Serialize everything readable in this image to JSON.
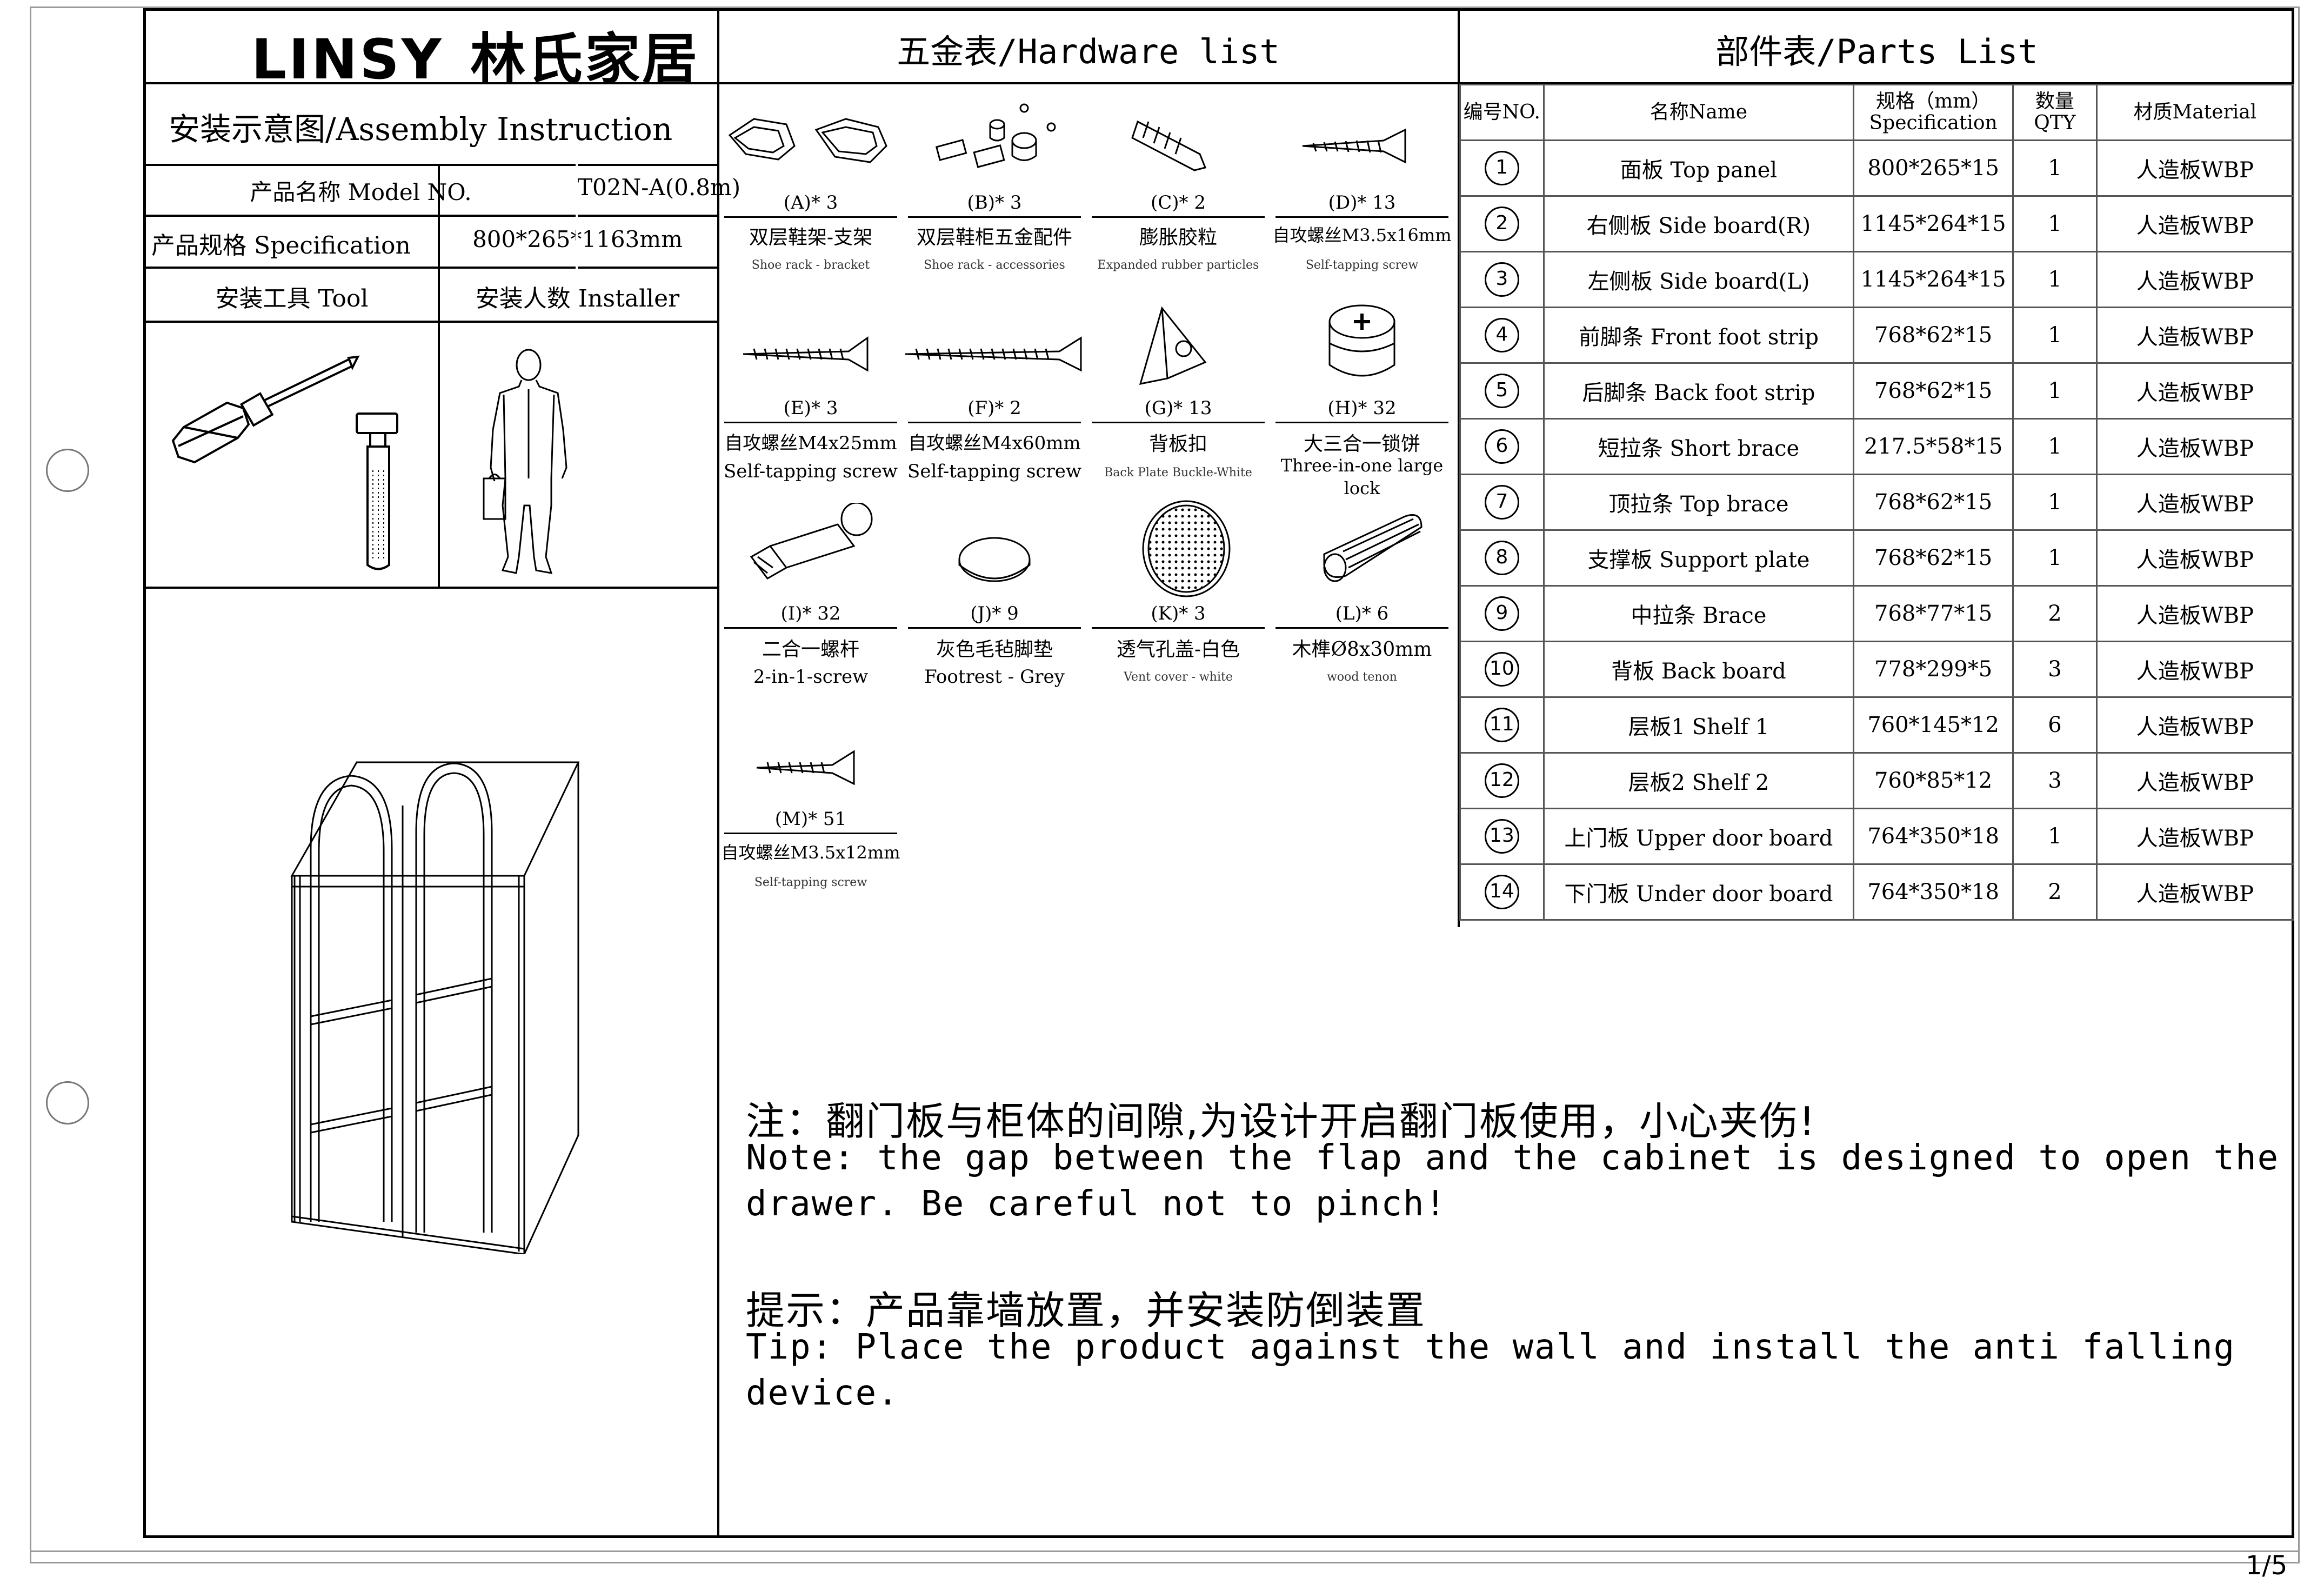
{
  "brand": {
    "logo_text": "LINSY",
    "logo_zh": "林氏家居"
  },
  "left_panel": {
    "title": "安装示意图/Assembly Instruction",
    "model_label": "产品名称 Model NO.",
    "model_value": "T02N-A(0.8m)",
    "spec_label": "产品规格 Specification",
    "spec_value": "800*265*1163mm",
    "tool_label": "安装工具 Tool",
    "installer_label": "安装人数 Installer"
  },
  "hardware": {
    "title": "五金表/Hardware list",
    "items": [
      {
        "code": "(A)* 3",
        "zh": "双层鞋架-支架",
        "en": "Shoe rack - bracket"
      },
      {
        "code": "(B)* 3",
        "zh": "双层鞋柜五金配件",
        "en": "Shoe rack - accessories"
      },
      {
        "code": "(C)* 2",
        "zh": "膨胀胶粒",
        "en": "Expanded rubber particles"
      },
      {
        "code": "(D)* 13",
        "zh": "自攻螺丝M3.5x16mm",
        "en": "Self-tapping screw"
      },
      {
        "code": "(E)* 3",
        "zh": "自攻螺丝M4x25mm",
        "en": "Self-tapping screw"
      },
      {
        "code": "(F)* 2",
        "zh": "自攻螺丝M4x60mm",
        "en": "Self-tapping screw"
      },
      {
        "code": "(G)* 13",
        "zh": "背板扣",
        "en": "Back Plate Buckle-White"
      },
      {
        "code": "(H)* 32",
        "zh": "大三合一锁饼",
        "en": "Three-in-one large lock"
      },
      {
        "code": "(I)* 32",
        "zh": "二合一螺杆",
        "en": "2-in-1-screw"
      },
      {
        "code": "(J)* 9",
        "zh": "灰色毛毡脚垫",
        "en": "Footrest - Grey"
      },
      {
        "code": "(K)* 3",
        "zh": "透气孔盖-白色",
        "en": "Vent cover - white"
      },
      {
        "code": "(L)* 6",
        "zh": "木榫Ø8x30mm",
        "en": "wood tenon"
      },
      {
        "code": "(M)* 51",
        "zh": "自攻螺丝M3.5x12mm",
        "en": "Self-tapping screw"
      }
    ]
  },
  "parts": {
    "title": "部件表/Parts List",
    "headers": {
      "no": "编号NO.",
      "name": "名称Name",
      "spec_zh": "规格（mm）",
      "spec_en": "Specification",
      "qty_zh": "数量",
      "qty_en": "QTY",
      "material": "材质Material"
    },
    "rows": [
      {
        "no": "1",
        "name": "面板 Top panel",
        "spec": "800*265*15",
        "qty": "1",
        "material": "人造板WBP"
      },
      {
        "no": "2",
        "name": "右侧板 Side board(R)",
        "spec": "1145*264*15",
        "qty": "1",
        "material": "人造板WBP"
      },
      {
        "no": "3",
        "name": "左侧板 Side board(L)",
        "spec": "1145*264*15",
        "qty": "1",
        "material": "人造板WBP"
      },
      {
        "no": "4",
        "name": "前脚条 Front foot strip",
        "spec": "768*62*15",
        "qty": "1",
        "material": "人造板WBP"
      },
      {
        "no": "5",
        "name": "后脚条 Back foot strip",
        "spec": "768*62*15",
        "qty": "1",
        "material": "人造板WBP"
      },
      {
        "no": "6",
        "name": "短拉条 Short brace",
        "spec": "217.5*58*15",
        "qty": "1",
        "material": "人造板WBP"
      },
      {
        "no": "7",
        "name": "顶拉条 Top brace",
        "spec": "768*62*15",
        "qty": "1",
        "material": "人造板WBP"
      },
      {
        "no": "8",
        "name": "支撑板 Support plate",
        "spec": "768*62*15",
        "qty": "1",
        "material": "人造板WBP"
      },
      {
        "no": "9",
        "name": "中拉条 Brace",
        "spec": "768*77*15",
        "qty": "2",
        "material": "人造板WBP"
      },
      {
        "no": "10",
        "name": "背板 Back board",
        "spec": "778*299*5",
        "qty": "3",
        "material": "人造板WBP"
      },
      {
        "no": "11",
        "name": "层板1 Shelf 1",
        "spec": "760*145*12",
        "qty": "6",
        "material": "人造板WBP"
      },
      {
        "no": "12",
        "name": "层板2 Shelf 2",
        "spec": "760*85*12",
        "qty": "3",
        "material": "人造板WBP"
      },
      {
        "no": "13",
        "name": "上门板 Upper door board",
        "spec": "764*350*18",
        "qty": "1",
        "material": "人造板WBP"
      },
      {
        "no": "14",
        "name": "下门板 Under door board",
        "spec": "764*350*18",
        "qty": "2",
        "material": "人造板WBP"
      }
    ]
  },
  "notes": {
    "note_zh": "注：翻门板与柜体的间隙,为设计开启翻门板使用，小心夹伤!",
    "note_en_1": "Note: the gap between the flap and the cabinet is designed to open the",
    "note_en_2": "drawer. Be careful not to pinch!",
    "tip_zh": "提示：产品靠墙放置，并安装防倒装置",
    "tip_en_1": "Tip: Place the product against the wall and install the anti falling",
    "tip_en_2": "device."
  },
  "footer": {
    "page": "1/5"
  }
}
